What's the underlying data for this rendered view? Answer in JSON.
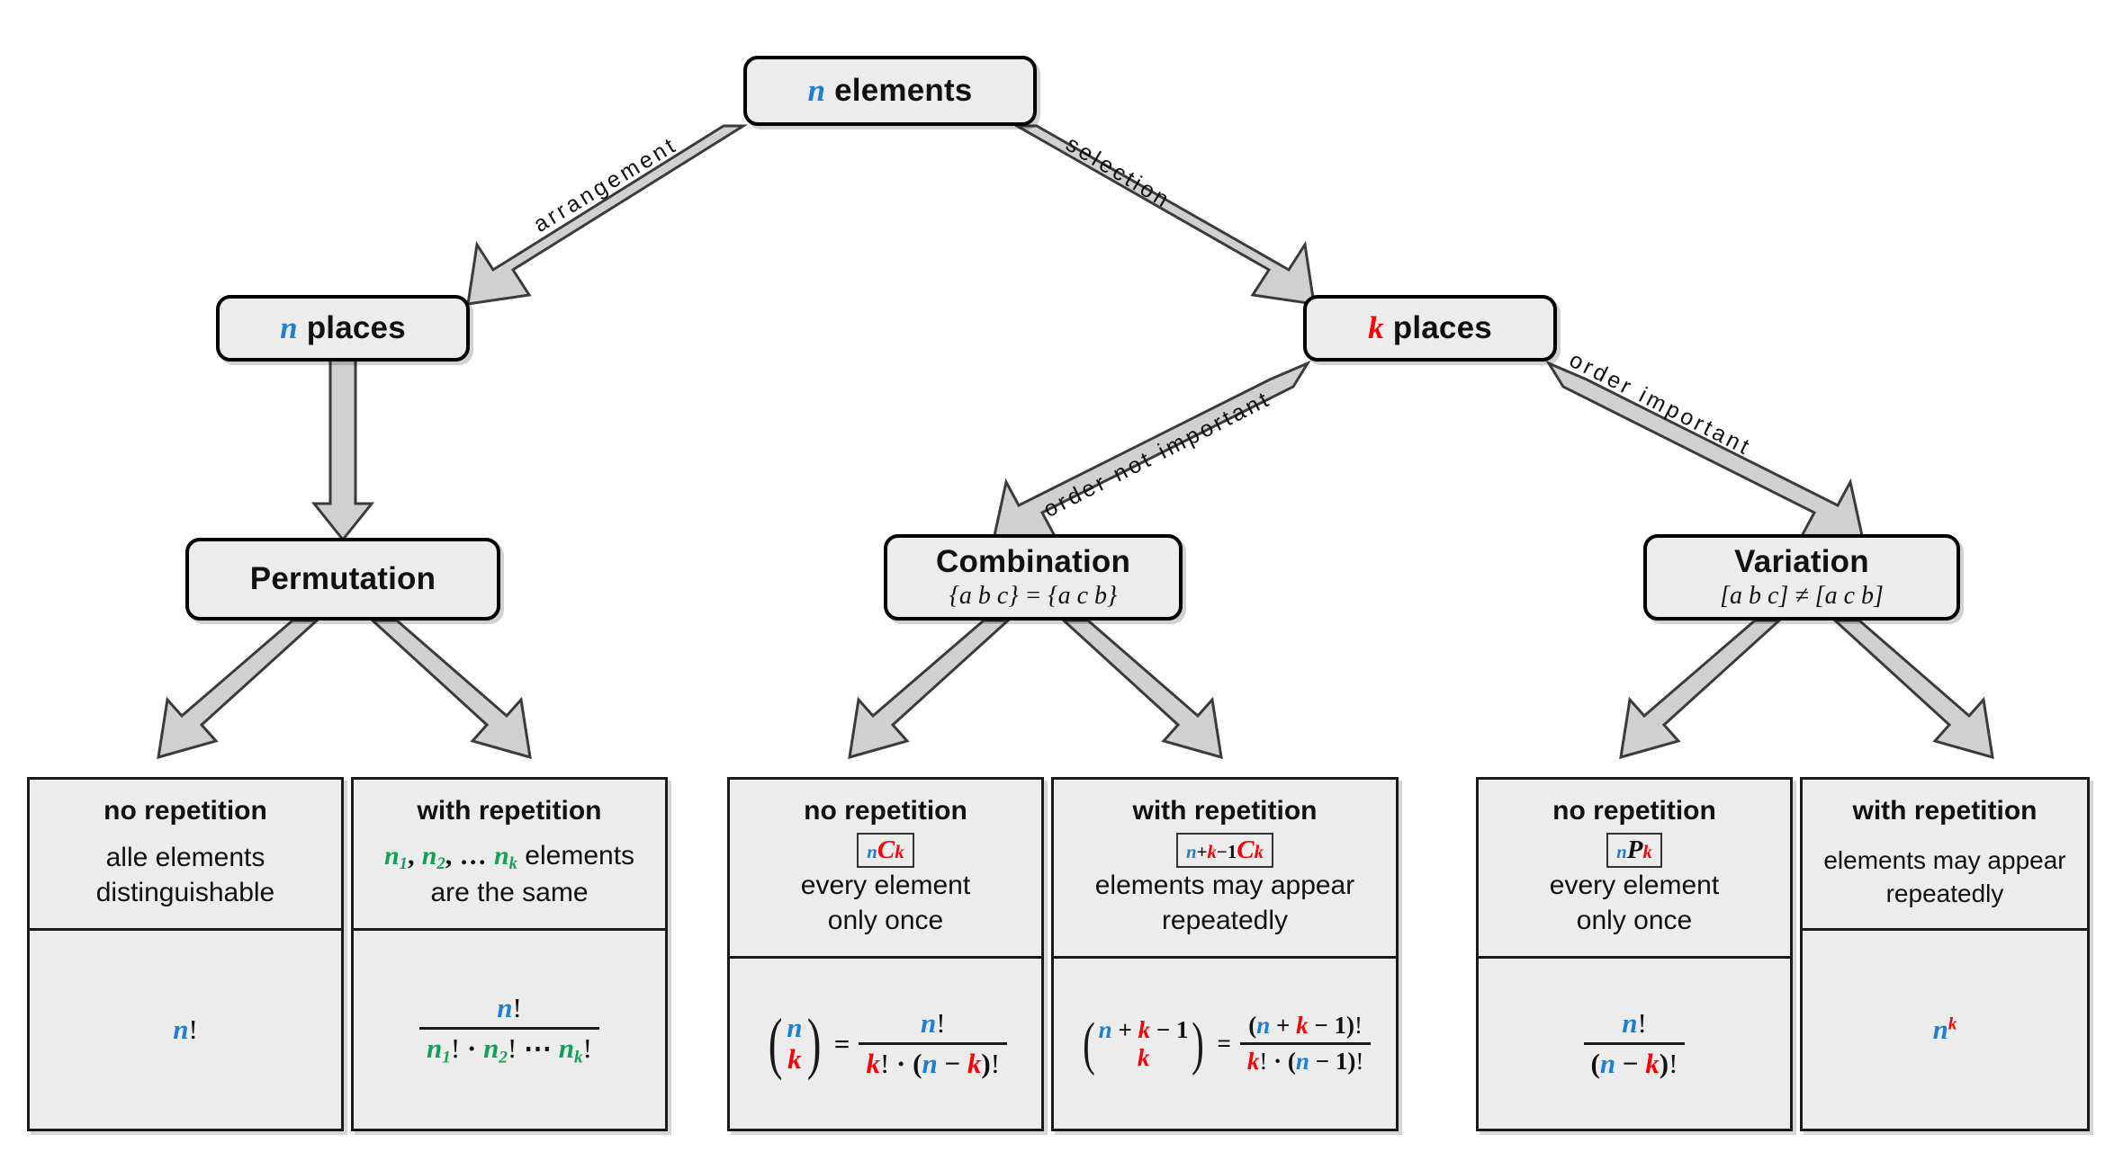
{
  "diagram": {
    "title": "Combinatorics decision tree",
    "colors": {
      "blue": "#1f7fd0",
      "red": "#fb0007",
      "green": "#14a05a",
      "node_fill": "#ececec",
      "border": "#000000"
    }
  },
  "root": {
    "label_var": "n",
    "label_text": "elements"
  },
  "level2": [
    {
      "label_var": "n",
      "label_text": "places",
      "var_color": "blue"
    },
    {
      "label_var": "k",
      "label_text": "places",
      "var_color": "red"
    }
  ],
  "edges": [
    {
      "from": "n elements",
      "to": "n places",
      "label": "arrangement"
    },
    {
      "from": "n elements",
      "to": "k places",
      "label": "selection"
    },
    {
      "from": "k places",
      "to": "Combination",
      "label": "order not important"
    },
    {
      "from": "k places",
      "to": "Variation",
      "label": "order important"
    }
  ],
  "level3": [
    {
      "title": "Permutation",
      "subtitle": ""
    },
    {
      "title": "Combination",
      "subtitle": "{a b c} = {a c b}"
    },
    {
      "title": "Variation",
      "subtitle": "[a b c] ≠ [a c b]"
    }
  ],
  "leaves": [
    {
      "group": "Permutation",
      "heading": "no repetition",
      "notation": "",
      "desc_line1": "alle elements",
      "desc_line2": "distinguishable",
      "formula_text": "n!"
    },
    {
      "group": "Permutation",
      "heading": "with repetition",
      "notation": "",
      "desc_line1": "n1, n2, ... nk elements",
      "desc_line2": "are the same",
      "formula_text": "n! / (n1! · n2! ⋯ nk!)"
    },
    {
      "group": "Combination",
      "heading": "no repetition",
      "notation": "nCk",
      "desc_line1": "every element",
      "desc_line2": "only once",
      "formula_text": "(n choose k) = n! / (k! · (n − k)!)"
    },
    {
      "group": "Combination",
      "heading": "with repetition",
      "notation": "n+k−1Ck",
      "desc_line1": "elements may appear",
      "desc_line2": "repeatedly",
      "formula_text": "(n+k−1 choose k) = (n+k−1)! / (k! · (n − 1)!)"
    },
    {
      "group": "Variation",
      "heading": "no repetition",
      "notation": "nPk",
      "desc_line1": "every element",
      "desc_line2": "only once",
      "formula_text": "n! / (n − k)!"
    },
    {
      "group": "Variation",
      "heading": "with repetition",
      "notation": "",
      "desc_line1": "elements may appear",
      "desc_line2": "repeatedly",
      "formula_text": "n^k"
    }
  ]
}
